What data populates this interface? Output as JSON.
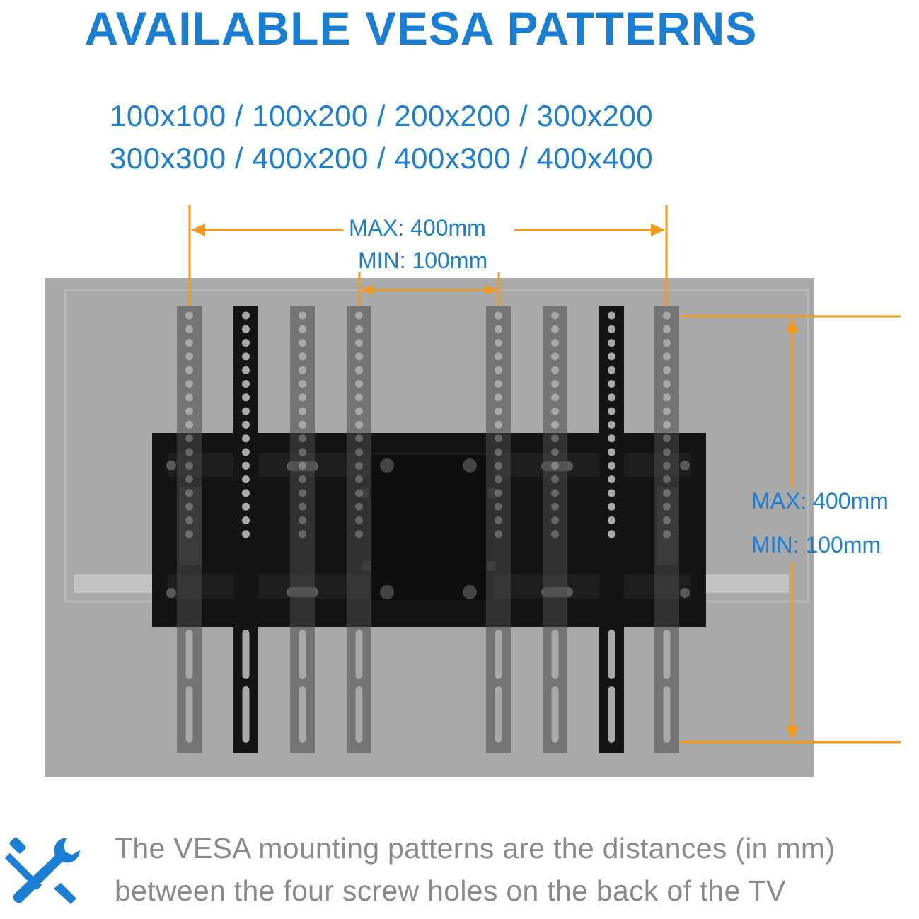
{
  "header": {
    "title": "AVAILABLE VESA PATTERNS",
    "patterns_row1": "100x100 / 100x200 / 200x200 / 300x200",
    "patterns_row2": "300x300 / 400x200 / 400x300 / 400x400"
  },
  "dimensions": {
    "horizontal_max": "MAX: 400mm",
    "horizontal_min": "MIN: 100mm",
    "vertical_max": "MAX: 400mm",
    "vertical_min": "MIN: 100mm"
  },
  "caption": {
    "line1": "The VESA mounting patterns are the distances (in mm)",
    "line2": "between the four screw holes on the back of the TV"
  },
  "icons": {
    "tool": "wrench-screwdriver-icon"
  },
  "colors": {
    "accent_blue": "#1a7fd4",
    "dimension_orange": "#f39a1e",
    "tv_gray": "#a9a9a9",
    "bracket_black": "#141414",
    "caption_gray": "#8a8a8a"
  }
}
